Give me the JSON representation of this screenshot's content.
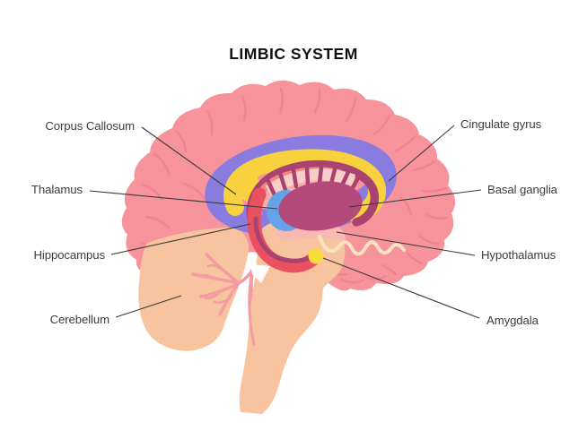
{
  "title": "LIMBIC SYSTEM",
  "labels": {
    "corpus_callosum": "Corpus Callosum",
    "thalamus": "Thalamus",
    "hippocampus": "Hippocampus",
    "cerebellum": "Cerebellum",
    "cingulate_gyrus": "Cingulate gyrus",
    "basal_ganglia": "Basal ganglia",
    "hypothalamus": "Hypothalamus",
    "amygdala": "Amygdala"
  },
  "colors": {
    "background": "#FFFFFF",
    "title_text": "#101010",
    "label_text": "#3D3D3D",
    "leader_line": "#3A3A3A",
    "cerebrum_pink": "#F7939B",
    "sulci_pink": "#EF8390",
    "cingulate_purple": "#8A7BE0",
    "corpus_callosum_yellow": "#F7D23E",
    "inner_light_pink": "#F9ACA8",
    "salmon_arc": "#F5837E",
    "basal_ganglia_maroon": "#B44A7A",
    "fornix_maroon": "#A94270",
    "thalamus_blue": "#63A3EA",
    "hippocampus_red": "#E95160",
    "amygdala_yellow": "#F8DC3B",
    "brainstem_peach": "#F8C4A0",
    "arbor_vitae_pink": "#F59BA2",
    "parahippocampal_cream": "#F9E3C0",
    "hypothalamus_pink": "#F8B9B2",
    "stripe_gap_pink": "#F9CEC9",
    "wedge_white": "#FFFFFF"
  }
}
